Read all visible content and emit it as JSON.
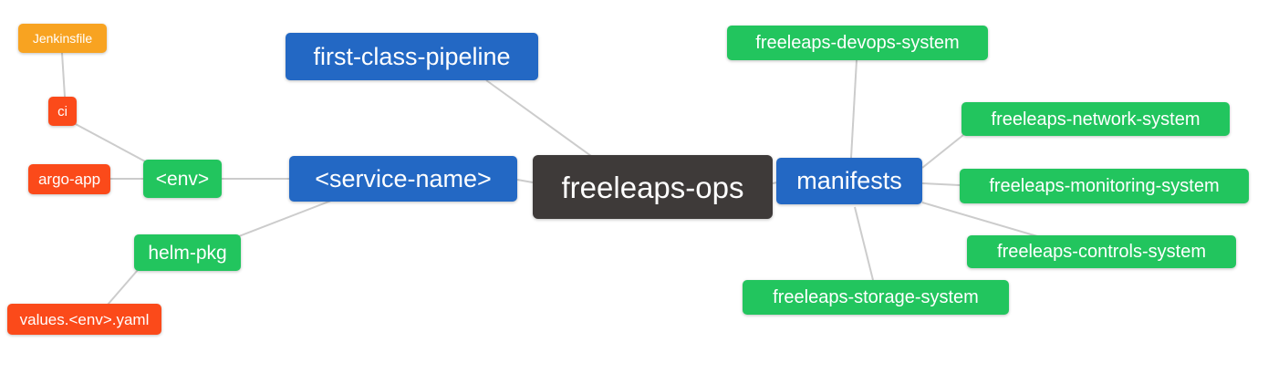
{
  "diagram": {
    "title": "freeleaps-ops mind map",
    "colors": {
      "blue": "#2368C4",
      "green": "#22C55E",
      "red": "#FB4A1A",
      "orange": "#F8A321",
      "dark": "#3E3A39",
      "line": "#CCCCCC",
      "text": "#FFFFFF"
    },
    "nodes": [
      {
        "id": "jenkinsfile",
        "label": "Jenkinsfile",
        "color": "orange"
      },
      {
        "id": "ci",
        "label": "ci",
        "color": "red"
      },
      {
        "id": "argo-app",
        "label": "argo-app",
        "color": "red"
      },
      {
        "id": "env",
        "label": "<env>",
        "color": "green"
      },
      {
        "id": "helm-pkg",
        "label": "helm-pkg",
        "color": "green"
      },
      {
        "id": "values-env-yaml",
        "label": "values.<env>.yaml",
        "color": "red"
      },
      {
        "id": "first-class-pipeline",
        "label": "first-class-pipeline",
        "color": "blue"
      },
      {
        "id": "service-name",
        "label": "<service-name>",
        "color": "blue"
      },
      {
        "id": "freeleaps-ops",
        "label": "freeleaps-ops",
        "color": "dark"
      },
      {
        "id": "manifests",
        "label": "manifests",
        "color": "blue"
      },
      {
        "id": "freeleaps-devops-system",
        "label": "freeleaps-devops-system",
        "color": "green"
      },
      {
        "id": "freeleaps-network-system",
        "label": "freeleaps-network-system",
        "color": "green"
      },
      {
        "id": "freeleaps-monitoring-system",
        "label": "freeleaps-monitoring-system",
        "color": "green"
      },
      {
        "id": "freeleaps-controls-system",
        "label": "freeleaps-controls-system",
        "color": "green"
      },
      {
        "id": "freeleaps-storage-system",
        "label": "freeleaps-storage-system",
        "color": "green"
      }
    ],
    "edges": [
      {
        "from": "jenkinsfile",
        "to": "ci"
      },
      {
        "from": "ci",
        "to": "env"
      },
      {
        "from": "argo-app",
        "to": "env"
      },
      {
        "from": "env",
        "to": "service-name"
      },
      {
        "from": "service-name",
        "to": "helm-pkg"
      },
      {
        "from": "helm-pkg",
        "to": "values-env-yaml"
      },
      {
        "from": "first-class-pipeline",
        "to": "freeleaps-ops"
      },
      {
        "from": "service-name",
        "to": "freeleaps-ops"
      },
      {
        "from": "freeleaps-ops",
        "to": "manifests"
      },
      {
        "from": "manifests",
        "to": "freeleaps-devops-system"
      },
      {
        "from": "manifests",
        "to": "freeleaps-network-system"
      },
      {
        "from": "manifests",
        "to": "freeleaps-monitoring-system"
      },
      {
        "from": "manifests",
        "to": "freeleaps-controls-system"
      },
      {
        "from": "manifests",
        "to": "freeleaps-storage-system"
      }
    ]
  }
}
